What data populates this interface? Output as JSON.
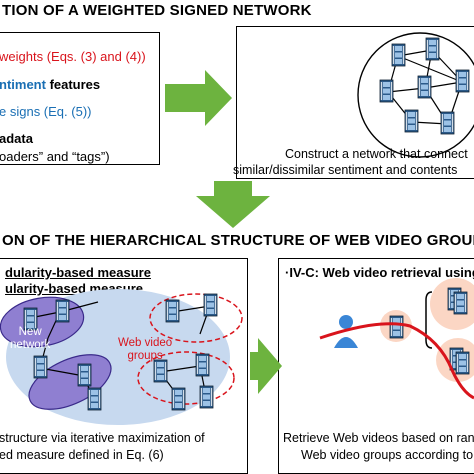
{
  "section1": {
    "heading": "TION OF A WEIGHTED SIGNED NETWORK",
    "left_box": {
      "line1": "weights (Eqs. (3) and (4))",
      "line2_colored": "ntiment",
      "line2_rest": " features",
      "line3": "e signs (Eq. (5))",
      "line4": "adata",
      "line5": "oaders” and “tags”)"
    },
    "right_box": {
      "caption_line1": "Construct a network that connect",
      "caption_line2": "similar/dissimilar sentiment and contents"
    }
  },
  "section2": {
    "heading": "ON OF THE HIERARCHICAL STRUCTURE OF WEB VIDEO GROUPS",
    "left_box": {
      "sub1": "dularity-based measure",
      "sub2": "ularity-based measure",
      "new_network": "New\nnetwork",
      "web_video_groups": "Web video\ngroups",
      "caption_line1": "structure via iterative maximization of",
      "caption_line2": "ed measure defined in Eq. (6)"
    },
    "right_box": {
      "title": "·IV-C: Web video retrieval using",
      "caption_line1": "Retrieve Web videos based on ran",
      "caption_line2": "Web video groups according to"
    }
  },
  "colors": {
    "arrow_green": "#6db33f",
    "red": "#d9141c",
    "blue": "#1a6fb4",
    "purple_fill": "#8f7fd1",
    "light_blue_fill": "#c7d9ef",
    "peach": "#fbd6c4"
  }
}
